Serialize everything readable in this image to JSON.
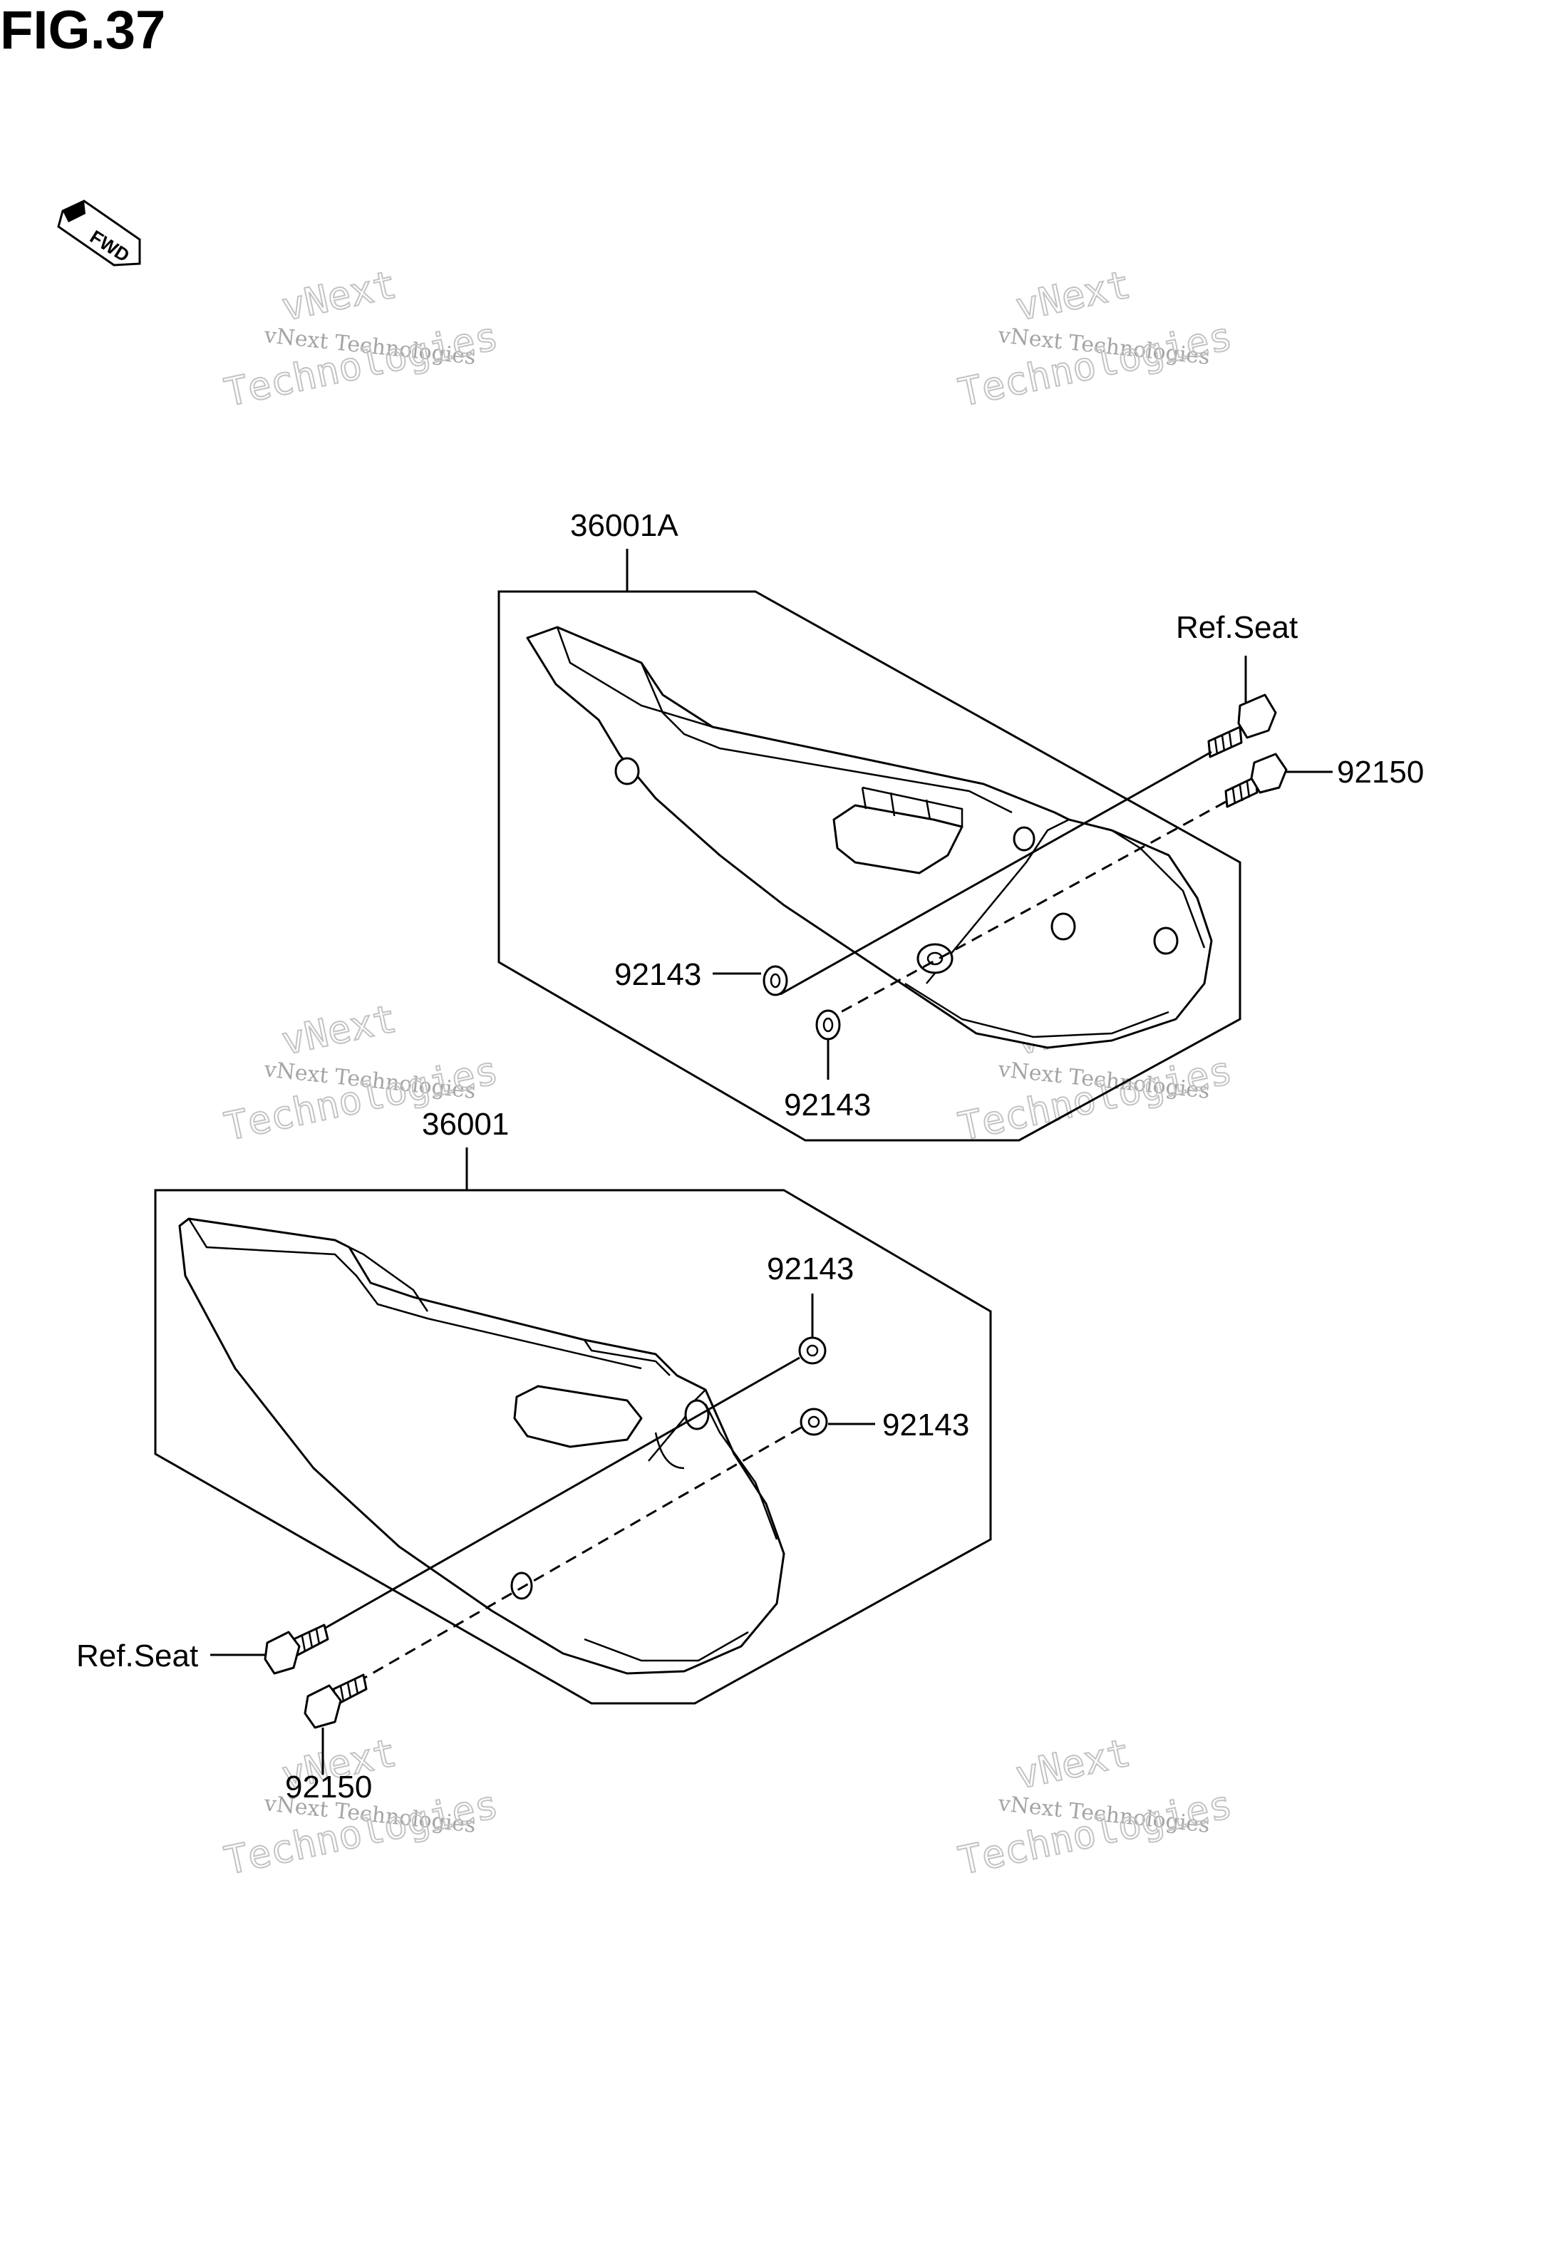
{
  "figure": {
    "title": "FIG.37",
    "fwd_label": "FWD"
  },
  "watermark": {
    "line1": "vNext Technologies",
    "line2": "vNext",
    "line3": "Technologies"
  },
  "callouts": {
    "upper_panel": "36001A",
    "upper_ref_seat": "Ref.Seat",
    "upper_bolt": "92150",
    "upper_washer_left": "92143",
    "upper_washer_bottom": "92143",
    "lower_panel": "36001",
    "lower_washer_top": "92143",
    "lower_washer_right": "92143",
    "lower_ref_seat": "Ref.Seat",
    "lower_bolt": "92150"
  }
}
